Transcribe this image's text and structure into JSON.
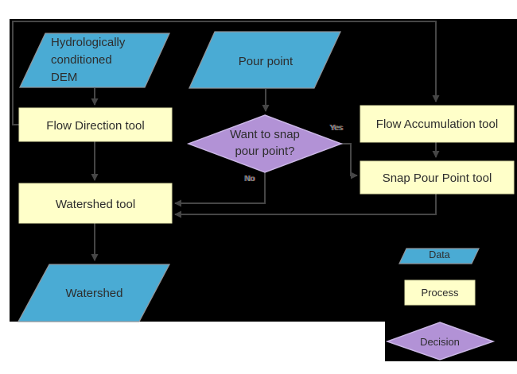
{
  "diagram": {
    "palette": {
      "page_background": "#ffffff",
      "canvas_background": "#000000",
      "data_fill": "#4aabd4",
      "data_border": "#8f959b",
      "process_fill": "#ffffc9",
      "process_border": "#e3e3ad",
      "decision_fill": "#b292d6",
      "decision_border": "#cbb7e6",
      "connector": "#464646",
      "text": "#2d2d2d"
    },
    "nodes": {
      "dem": "Hydrologically\nconditioned\nDEM",
      "pour_point": "Pour point",
      "flow_direction": "Flow Direction tool",
      "flow_accumulation": "Flow Accumulation tool",
      "snap_pour_point": "Snap Pour Point tool",
      "decision": "Want to snap\npour point?",
      "watershed_tool": "Watershed tool",
      "watershed_output": "Watershed"
    },
    "edge_labels": {
      "yes": "Yes",
      "no": "No"
    },
    "legend": {
      "data": "Data",
      "process": "Process",
      "decision": "Decision"
    }
  }
}
